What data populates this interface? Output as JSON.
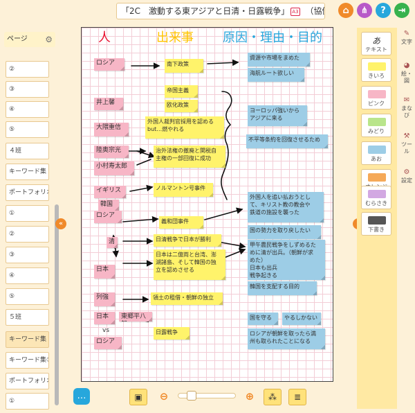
{
  "header": {
    "title": "「2C　激動する東アジアと日清・日露戦争」",
    "a3": "A3",
    "mode": "（協働学習中）",
    "icons": [
      "home-icon",
      "group-icon",
      "help-icon",
      "logout-icon"
    ]
  },
  "left_panel": {
    "heading": "ページ",
    "pages": [
      "②",
      "③",
      "④",
      "⑤",
      "４班",
      "キーワード集",
      "ポートフォリオ",
      "①",
      "②",
      "③",
      "④",
      "⑤",
      "５班",
      "キーワード集",
      "キーワード集②",
      "ポートフォリオ",
      "①"
    ]
  },
  "canvas": {
    "headings": {
      "person": "人",
      "event": "出来事",
      "cause": "原因・理由・目的"
    },
    "notes": {
      "russia1": "ロシア",
      "nanka": "南下政策",
      "shigen": "資源や市場をまめた",
      "kaikoro": "海航ルート欲しい",
      "teikoku": "帝国主義",
      "oka": "欧化政策",
      "inoue": "井上馨",
      "okuma": "大隈重信",
      "gaikoku": "外国人裁判官採用を認める\nbut…燃やれる",
      "europe": "ヨーロッパ強いから\nアジアに来る",
      "futo": "不平等条約を回復させるため",
      "mutsu": "陸奥宗光",
      "komura": "小村寿太郎",
      "chigai": "治外法権の撤廃と関税自\n主権の一部回復に成功",
      "igirisu": "イギリス",
      "norman": "ノルマントン号事件",
      "kankoku": "韓国",
      "russia2": "ロシア",
      "gaikokujin": "外国人を追い払おうとし\nて、キリスト教の教会や\n鉄道の施設を襲った",
      "kokuryoku": "国の勢力を取り戻したい",
      "giwadan": "義和団事件",
      "kou": "甲午農民戦争をしずめるた\nめに清が出兵。（朝鮮が求\nめた）\n日本も出兵\n戦争起きる",
      "kankokushihai": "韓国を支配する目的",
      "shin": "清",
      "nisshin": "日清戦争で日本が勝利",
      "nihon1": "日本",
      "shimonoseki": "日本は二億両と台湾、澎\n湖諸島、そして韓国の独\n立を認めさせる",
      "rekkyo": "列強",
      "ryodo": "領土の租借・朝鮮の独立",
      "nihon2": "日本",
      "togo": "東郷平八郎",
      "kuni": "国を守る",
      "yaru": "やるしかない",
      "vs": "vs",
      "russia3": "ロシア",
      "nichiro": "日露戦争",
      "chosen": "ロシアが朝鮮を取ったら満\n州も取られたことになる"
    }
  },
  "bottom_bar": {
    "zoom_level": 0.18
  },
  "right_panel": {
    "text_tool": {
      "glyph": "あ",
      "label": "テキスト"
    },
    "swatches": [
      {
        "label": "きいろ",
        "color": "#fff36b"
      },
      {
        "label": "ピンク",
        "color": "#f7b6c6"
      },
      {
        "label": "みどり",
        "color": "#b9e58b"
      },
      {
        "label": "あお",
        "color": "#9dcde6"
      },
      {
        "label": "オレンジ",
        "color": "#f5a958"
      },
      {
        "label": "むらさき",
        "color": "#d2a8e2"
      },
      {
        "label": "下書き",
        "color": "#555555"
      }
    ],
    "tabs": [
      "文字",
      "絵・図",
      "まなび",
      "ツール",
      "設定"
    ]
  },
  "colors": {
    "person_heading": "#e8102e",
    "event_heading": "#ffc400",
    "cause_heading": "#2aa6dc",
    "accent": "#f08a2a"
  }
}
